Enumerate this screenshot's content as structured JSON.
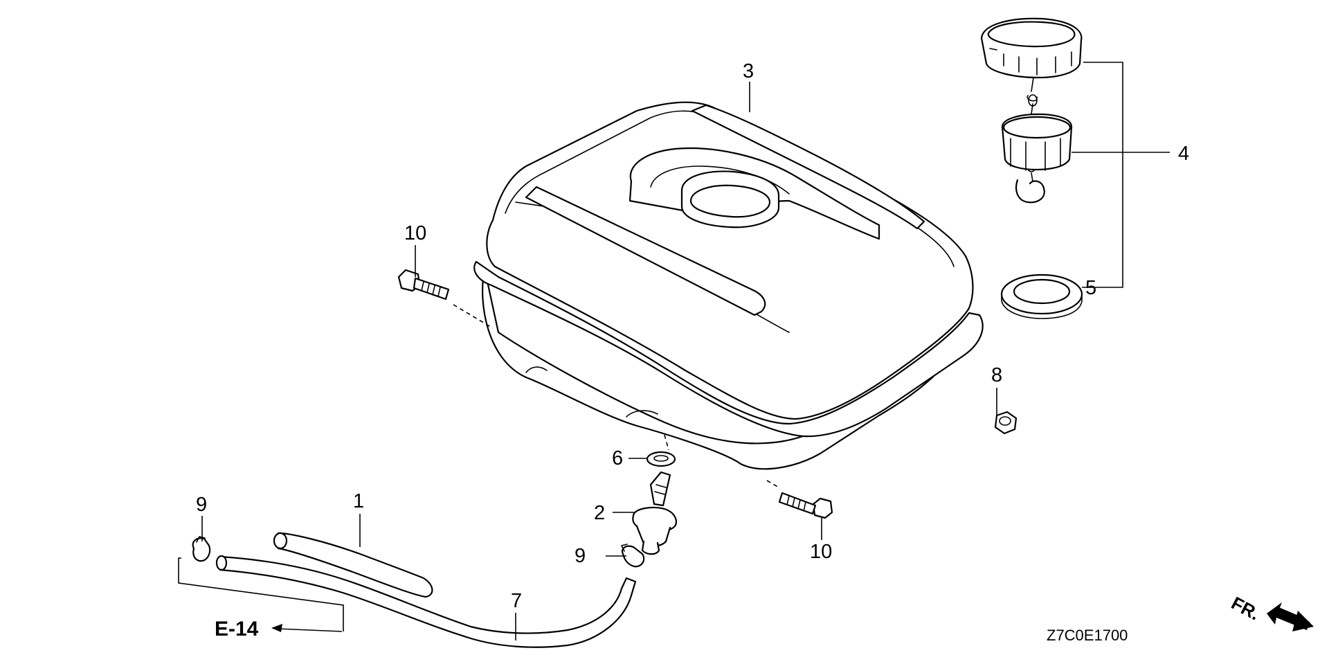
{
  "labels": {
    "p1": "1",
    "p2": "2",
    "p3": "3",
    "p4": "4",
    "p5": "5",
    "p6": "6",
    "p7": "7",
    "p8": "8",
    "p9a": "9",
    "p9b": "9",
    "p10a": "10",
    "p10b": "10"
  },
  "section_ref": "E-14",
  "diagram_code": "Z7C0E1700",
  "front_indicator": "FR."
}
